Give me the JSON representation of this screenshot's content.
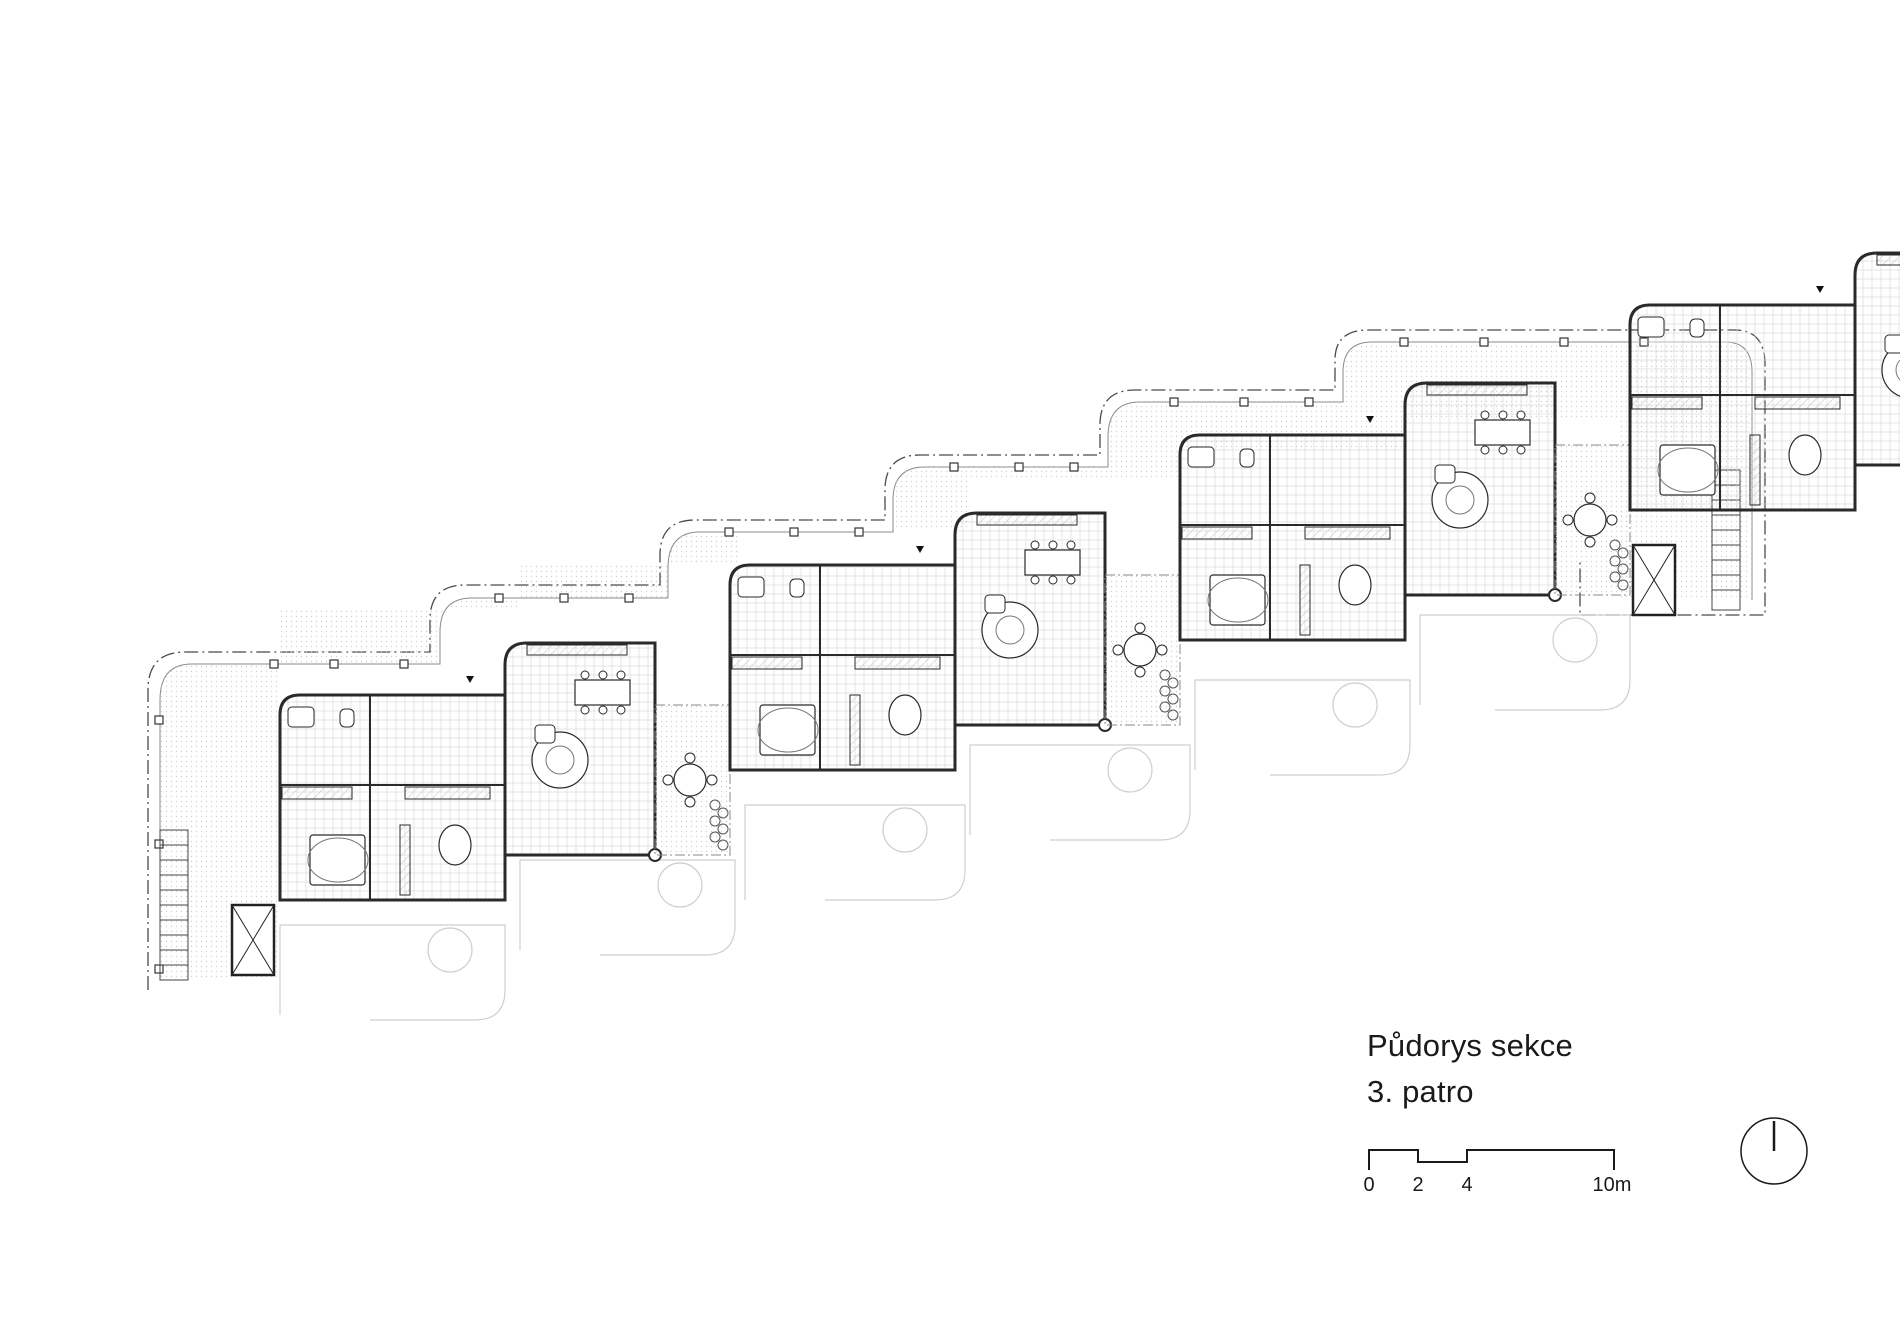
{
  "title": {
    "line1": "Půdorys sekce",
    "line2": "3. patro"
  },
  "scale_bar": {
    "ticks": [
      {
        "value": 0,
        "label": "0"
      },
      {
        "value": 2,
        "label": "2"
      },
      {
        "value": 4,
        "label": "4"
      },
      {
        "value": 10,
        "label": "10m"
      }
    ]
  },
  "north_arrow": {
    "icon": "north-arrow-icon"
  },
  "drawing": {
    "units": 4,
    "line_color": "#2a2a2a",
    "hatch_color": "#bdbdbd",
    "ghost_color": "#c8c8c8"
  }
}
